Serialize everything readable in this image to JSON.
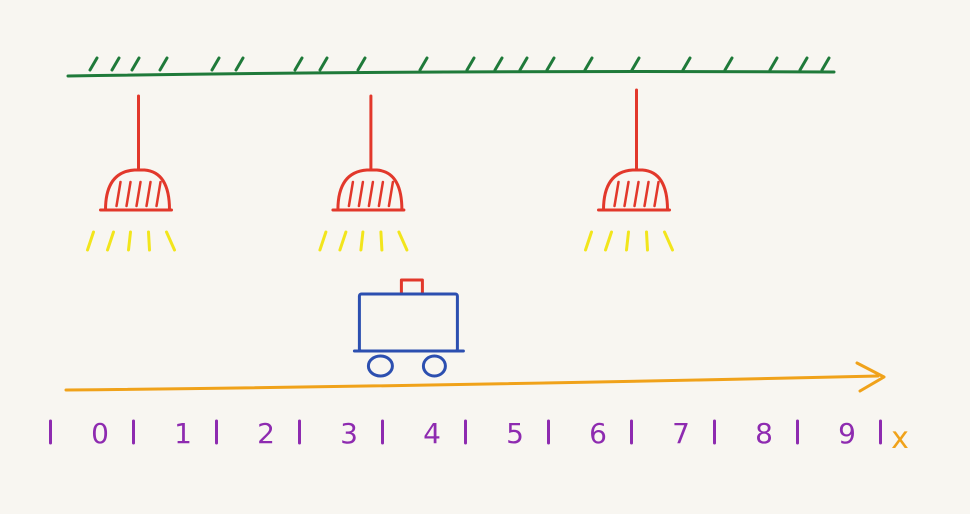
{
  "colors": {
    "background": "#f8f6f1",
    "ceiling": "#1f7a3a",
    "lamp": "#e2382b",
    "light": "#f2e51c",
    "cart": "#2c4fb0",
    "cart_handle": "#e2382b",
    "axis": "#f0a21a",
    "labels": "#8e2bb0"
  },
  "lamps": [
    {
      "position": 0.5
    },
    {
      "position": 3.3
    },
    {
      "position": 6.5
    }
  ],
  "cart": {
    "position": 3.8
  },
  "axis": {
    "tick_labels": [
      "0",
      "1",
      "2",
      "3",
      "4",
      "5",
      "6",
      "7",
      "8",
      "9"
    ],
    "label": "x"
  }
}
